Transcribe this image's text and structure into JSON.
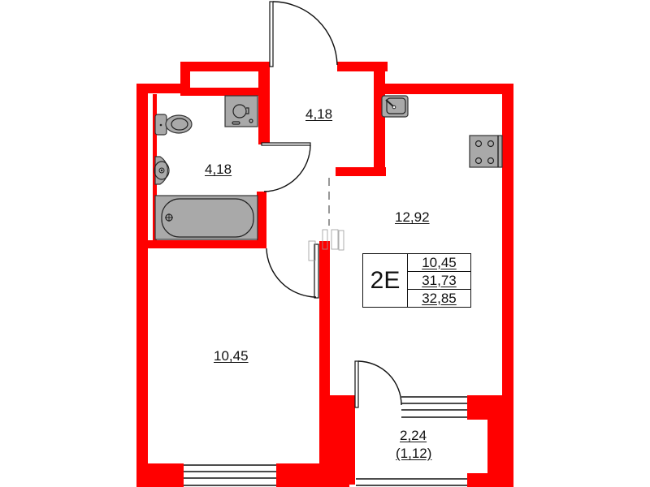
{
  "plan": {
    "apartment_type": "2E",
    "totals": {
      "living_area": "10,45",
      "total_area": "31,73",
      "total_area_with_balcony": "32,85"
    },
    "rooms": {
      "hallway": {
        "area": "4,18"
      },
      "bathroom": {
        "area": "4,18"
      },
      "kitchen_living": {
        "area": "12,92"
      },
      "bedroom": {
        "area": "10,45"
      },
      "balcony": {
        "area": "2,24",
        "reduced_area": "(1,12)"
      }
    },
    "colors": {
      "wall": "#ff0000",
      "fixture": "#a9a9a9",
      "line": "#111111"
    }
  }
}
